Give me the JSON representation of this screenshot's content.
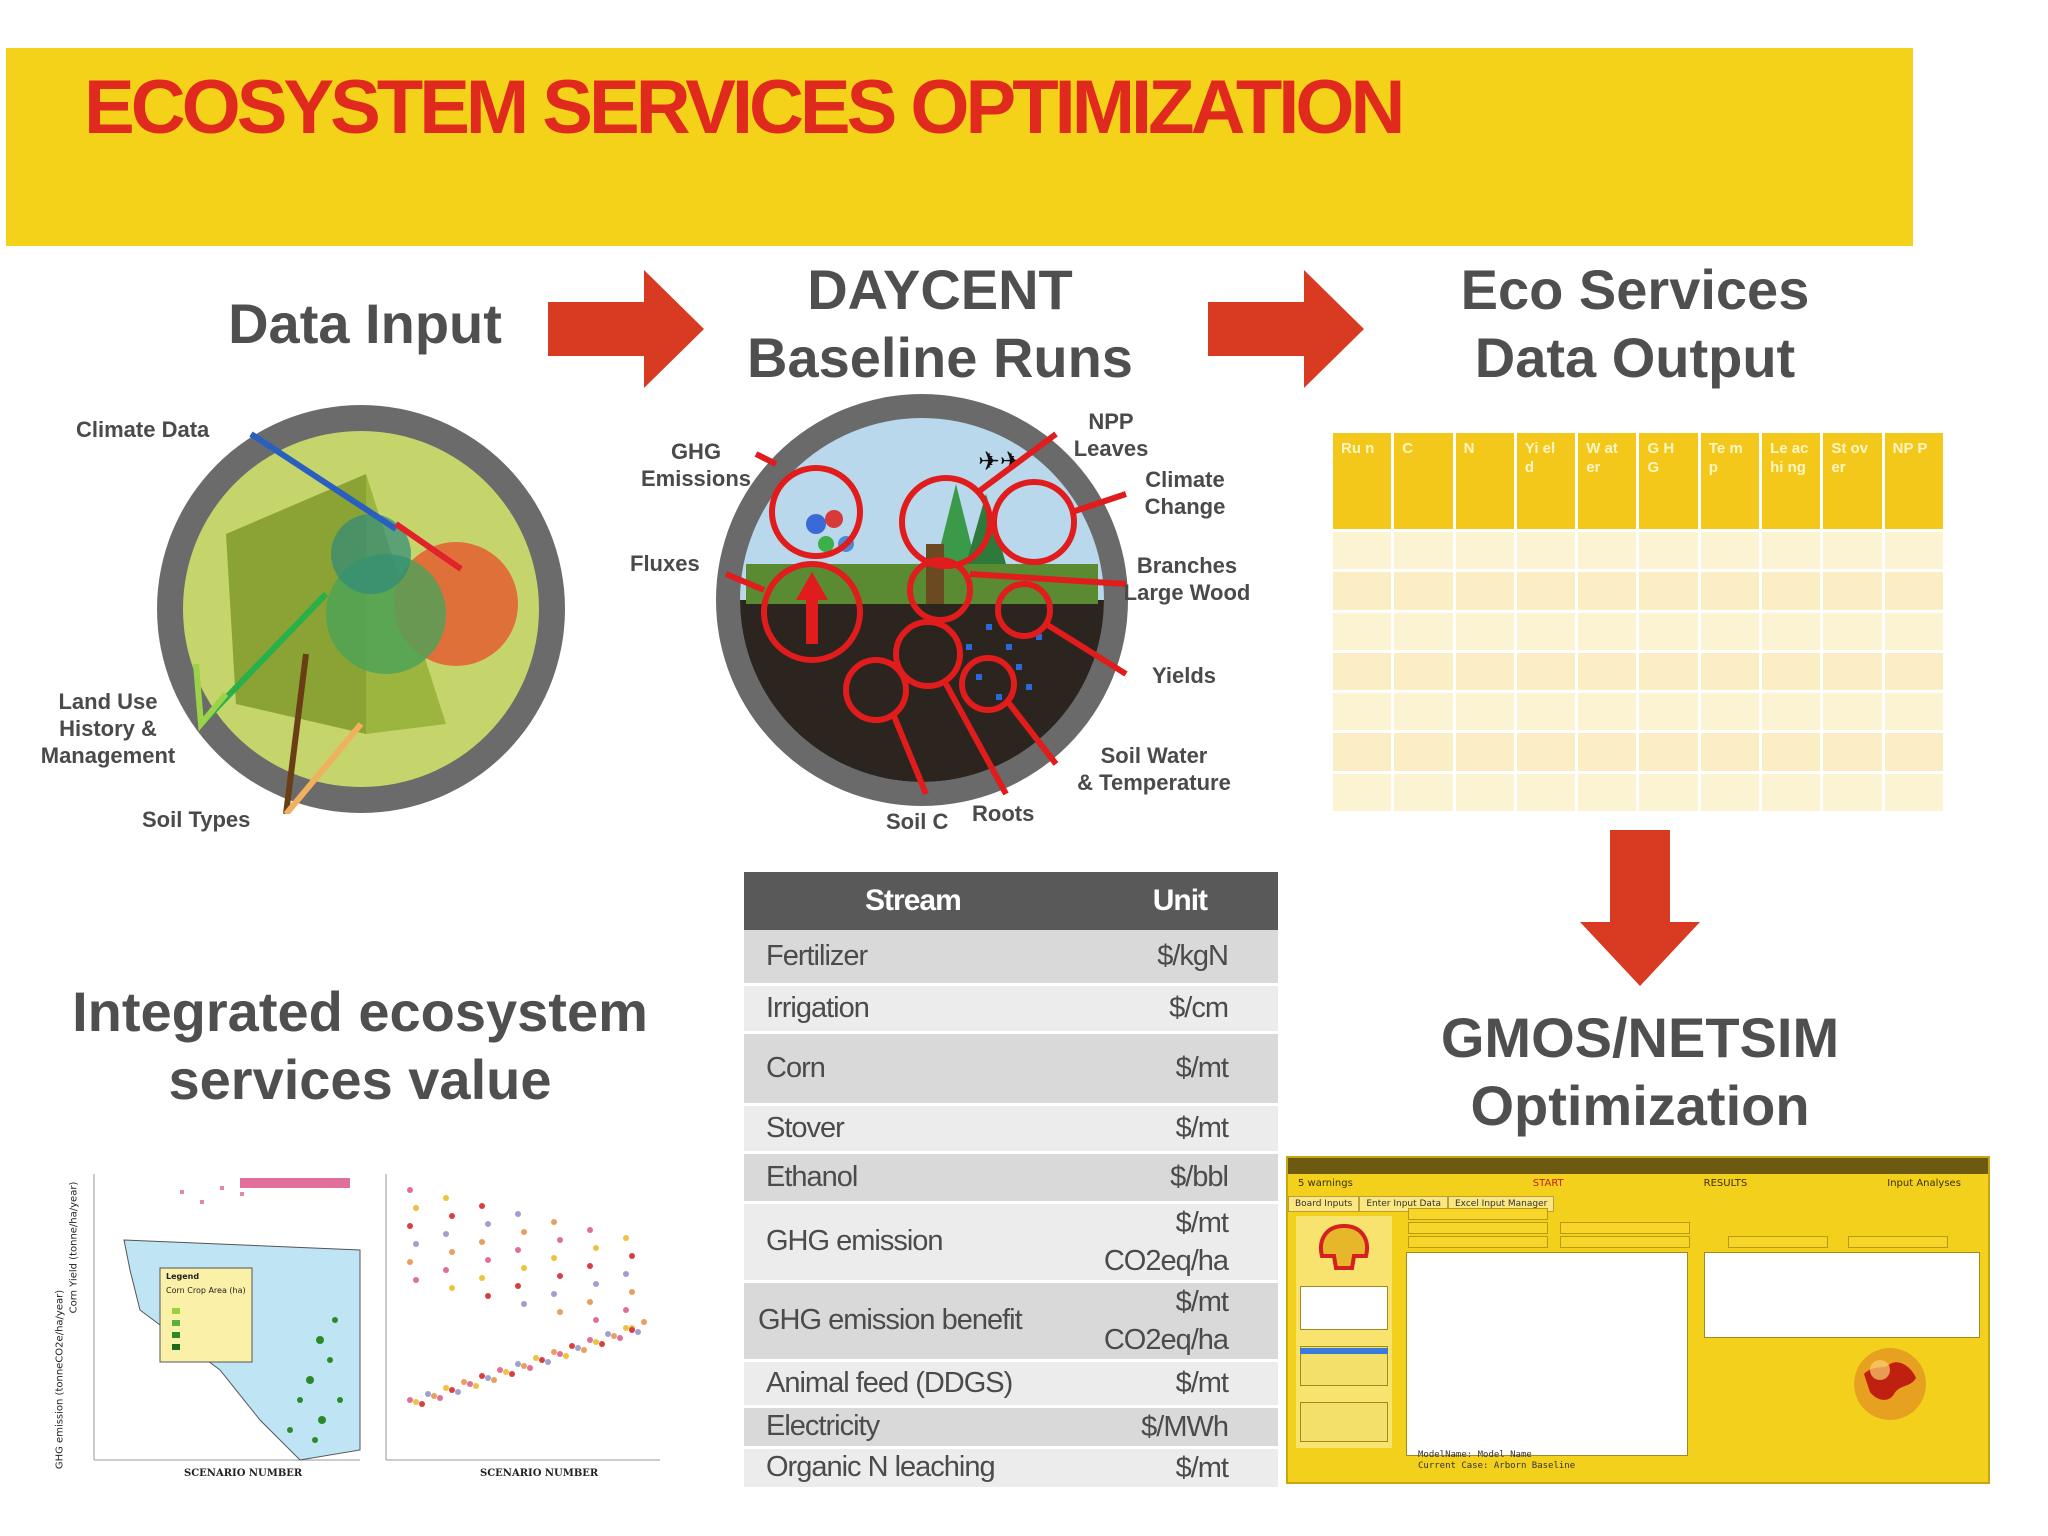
{
  "header": {
    "title": "ECOSYSTEM SERVICES OPTIMIZATION"
  },
  "sections": {
    "data_input": "Data Input",
    "daycent_line1": "DAYCENT",
    "daycent_line2": "Baseline Runs",
    "eco_line1": "Eco Services",
    "eco_line2": "Data Output",
    "integrated_line1": "Integrated ecosystem",
    "integrated_line2": "services value",
    "gmos_line1": "GMOS/NETSIM",
    "gmos_line2": "Optimization"
  },
  "data_input_labels": {
    "climate": "Climate Data",
    "land_use_1": "Land Use",
    "land_use_2": "History &",
    "land_use_3": "Management",
    "soil_types": "Soil Types"
  },
  "daycent_labels": {
    "ghg_1": "GHG",
    "ghg_2": "Emissions",
    "fluxes": "Fluxes",
    "npp_1": "NPP",
    "npp_2": "Leaves",
    "climate_1": "Climate",
    "climate_2": "Change",
    "branches_1": "Branches",
    "branches_2": "Large Wood",
    "yields": "Yields",
    "soil_water_1": "Soil Water",
    "soil_water_2": "& Temperature",
    "soil_c": "Soil C",
    "roots": "Roots"
  },
  "output_table": {
    "headers": [
      "Ru n",
      "C",
      "N",
      "Yi el d",
      "W at er",
      "G H G",
      "Te m p",
      "Le ac hi ng",
      "St ov er",
      "NP P"
    ],
    "row_count": 7
  },
  "stream_table": {
    "headers": {
      "stream": "Stream",
      "unit": "Unit"
    },
    "rows": [
      {
        "stream": "Fertilizer",
        "unit": "$/kgN"
      },
      {
        "stream": "Irrigation",
        "unit": "$/cm"
      },
      {
        "stream": "Corn",
        "unit": "$/mt"
      },
      {
        "stream": "Stover",
        "unit": "$/mt"
      },
      {
        "stream": "Ethanol",
        "unit": "$/bbl"
      },
      {
        "stream": "GHG emission",
        "unit": "$/mt CO2eq/ha"
      },
      {
        "stream": "GHG emission benefit",
        "unit": "$/mt CO2eq/ha"
      },
      {
        "stream": "Animal feed (DDGS)",
        "unit": "$/mt"
      },
      {
        "stream": "Electricity",
        "unit": "$/MWh"
      },
      {
        "stream": "Organic N leaching",
        "unit": "$/mt"
      }
    ]
  },
  "plots": {
    "left_ylabel_top": "Corn Yield (tonne/ha/year)",
    "left_ylabel_bottom": "GHG emission (tonneCO2e/ha/year)",
    "left_xlabel": "SCENARIO NUMBER",
    "right_xlabel": "SCENARIO NUMBER",
    "legend_title": "Legend",
    "legend_subtitle": "Corn Crop Area (ha)"
  },
  "gmos_window": {
    "menu": [
      "5 warnings",
      "START",
      "RESULTS",
      "Input Analyses"
    ],
    "tabs": [
      "Board Inputs",
      "Enter Input Data",
      "Excel Input Manager"
    ],
    "footer_1": "ModelName: Model Name",
    "footer_2": "Current Case: Arborn Baseline"
  },
  "colors": {
    "banner": "#f5d21a",
    "title_red": "#e02a1e",
    "arrow_red": "#d83a22",
    "table_header": "#f3c81b",
    "stream_header": "#595959"
  }
}
